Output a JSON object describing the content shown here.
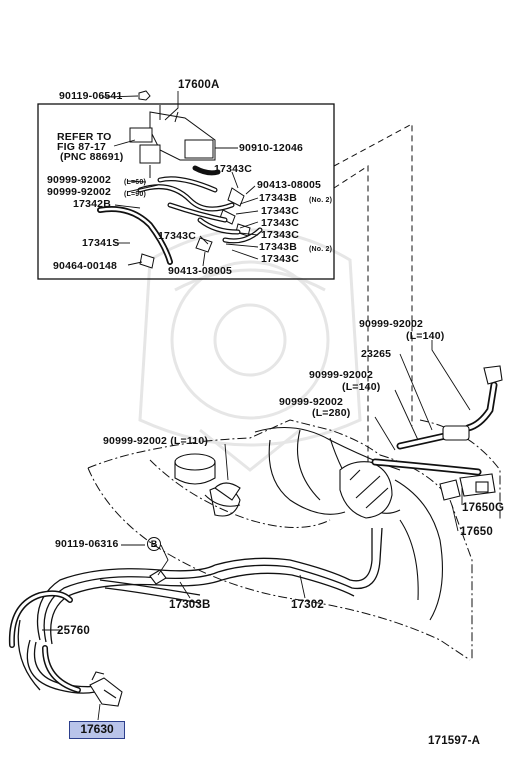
{
  "figure_id": "171597-A",
  "highlighted_part": "17630",
  "circle_marker": "B",
  "labels": {
    "p90119_06541": "90119-06541",
    "p17600A": "17600A",
    "refer_to": "REFER TO",
    "fig": "FIG 87-17",
    "pnc": "(PNC 88691)",
    "p90910_12046": "90910-12046",
    "p17343C_a": "17343C",
    "p90999_92002_a": "90999-92002",
    "l60": "(L=60)",
    "p90413_08005_a": "90413-08005",
    "p90999_92002_b": "90999-92002",
    "l90": "(L=90)",
    "p17343B_a": "17343B",
    "no2_a": "(No. 2)",
    "p17342B": "17342B",
    "p17343C_b": "17343C",
    "p17343C_c": "17343C",
    "p17341S": "17341S",
    "p17343C_d": "17343C",
    "p17343C_e": "17343C",
    "p17343B_b": "17343B",
    "no2_b": "(No. 2)",
    "p90464_00148": "90464-00148",
    "p90413_08005_b": "90413-08005",
    "p17343C_f": "17343C",
    "p90999_92002_c": "90999-92002",
    "l140_a": "(L=140)",
    "p23265": "23265",
    "p90999_92002_d": "90999-92002",
    "l140_b": "(L=140)",
    "p90999_92002_e": "90999-92002",
    "l280": "(L=280)",
    "p90999_92002_f": "90999-92002 (L=110)",
    "p17650G": "17650G",
    "p17650": "17650",
    "p90119_06316": "90119-06316",
    "p17303B": "17303B",
    "p17302": "17302",
    "p25760": "25760"
  }
}
